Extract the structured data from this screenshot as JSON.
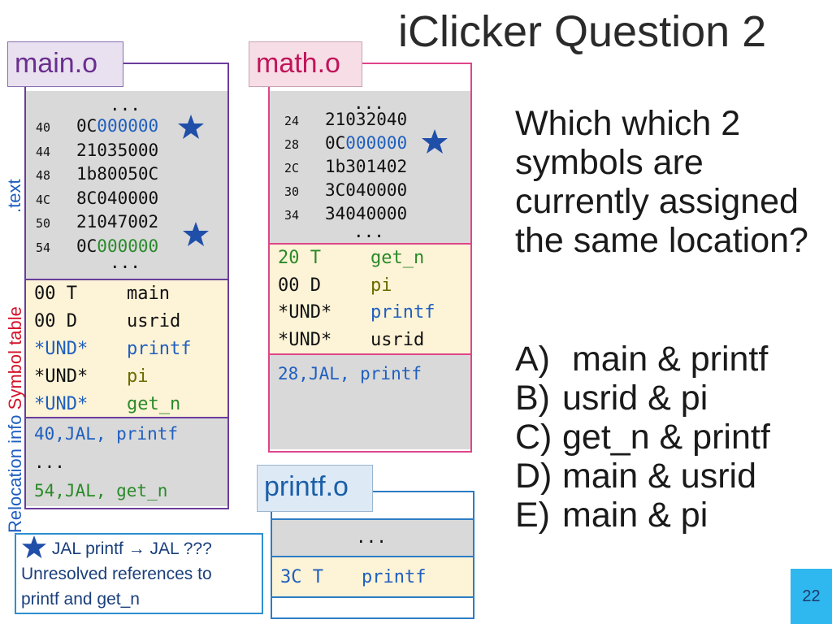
{
  "title": "iClicker Question 2",
  "main": {
    "tab": "main.o",
    "ellipsis_top": "...",
    "text_rows": [
      {
        "addr": "40",
        "pre": "0C",
        "rest": "000000",
        "rest_color": "blue"
      },
      {
        "addr": "44",
        "pre": "21035000",
        "rest": "",
        "rest_color": ""
      },
      {
        "addr": "48",
        "pre": "1b80050C",
        "rest": "",
        "rest_color": ""
      },
      {
        "addr": "4C",
        "pre": "8C040000",
        "rest": "",
        "rest_color": ""
      },
      {
        "addr": "50",
        "pre": "21047002",
        "rest": "",
        "rest_color": ""
      },
      {
        "addr": "54",
        "pre": "0C",
        "rest": "000000",
        "rest_color": "green"
      }
    ],
    "ellipsis_bottom": "...",
    "symbols": [
      {
        "a": "00 T",
        "b": "main",
        "a_color": "black",
        "b_color": "black"
      },
      {
        "a": "00 D",
        "b": "usrid",
        "a_color": "black",
        "b_color": "black"
      },
      {
        "a": "*UND*",
        "b": "printf",
        "a_color": "blue",
        "b_color": "blue"
      },
      {
        "a": "*UND*",
        "b": "pi",
        "a_color": "black",
        "b_color": "olive"
      },
      {
        "a": "*UND*",
        "b": "get_n",
        "a_color": "blue",
        "b_color": "green"
      }
    ],
    "reloc": [
      {
        "text": "40,JAL, printf",
        "color": "blue"
      },
      {
        "text": "...",
        "color": "black"
      },
      {
        "text": "54,JAL, get_n",
        "color": "green"
      }
    ]
  },
  "math": {
    "tab": "math.o",
    "ellipsis_top": "...",
    "text_rows": [
      {
        "addr": "24",
        "pre": "21032040",
        "rest": "",
        "rest_color": ""
      },
      {
        "addr": "28",
        "pre": "0C",
        "rest": "000000",
        "rest_color": "blue"
      },
      {
        "addr": "2C",
        "pre": "1b301402",
        "rest": "",
        "rest_color": ""
      },
      {
        "addr": "30",
        "pre": "3C040000",
        "rest": "",
        "rest_color": ""
      },
      {
        "addr": "34",
        "pre": "34040000",
        "rest": "",
        "rest_color": ""
      }
    ],
    "ellipsis_bottom": "...",
    "symbols": [
      {
        "a": "20 T",
        "b": "get_n",
        "a_color": "green",
        "b_color": "green"
      },
      {
        "a": "00 D",
        "b": "pi",
        "a_color": "black",
        "b_color": "olive"
      },
      {
        "a": "*UND*",
        "b": "printf",
        "a_color": "black",
        "b_color": "blue"
      },
      {
        "a": "*UND*",
        "b": "usrid",
        "a_color": "black",
        "b_color": "black"
      }
    ],
    "reloc": [
      {
        "text": "28,JAL, printf",
        "color": "blue"
      }
    ]
  },
  "printf": {
    "tab": "printf.o",
    "ellipsis": "...",
    "symbol_a": "3C T",
    "symbol_b": "printf"
  },
  "labels": {
    "text": ".text",
    "reloc_info": "Relocation info",
    "symbol_table": "Symbol table"
  },
  "question": "Which which 2 symbols are currently assigned the same location?",
  "options": [
    {
      "letter": "A)",
      "text": " main & printf"
    },
    {
      "letter": "B)",
      "text": "usrid & pi"
    },
    {
      "letter": "C)",
      "text": "get_n & printf"
    },
    {
      "letter": "D)",
      "text": "main & usrid"
    },
    {
      "letter": "E)",
      "text": "main & pi"
    }
  ],
  "note": {
    "line1": "JAL printf",
    "arrow": "→",
    "line1b": " JAL ???",
    "line2": "Unresolved references to",
    "line3": "printf and get_n"
  },
  "page_number": "22",
  "colors": {
    "blue": "#1f5fbf",
    "green": "#2a8a2a",
    "olive": "#6b6b00",
    "black": "#111111",
    "star": "#1f4fa8"
  }
}
